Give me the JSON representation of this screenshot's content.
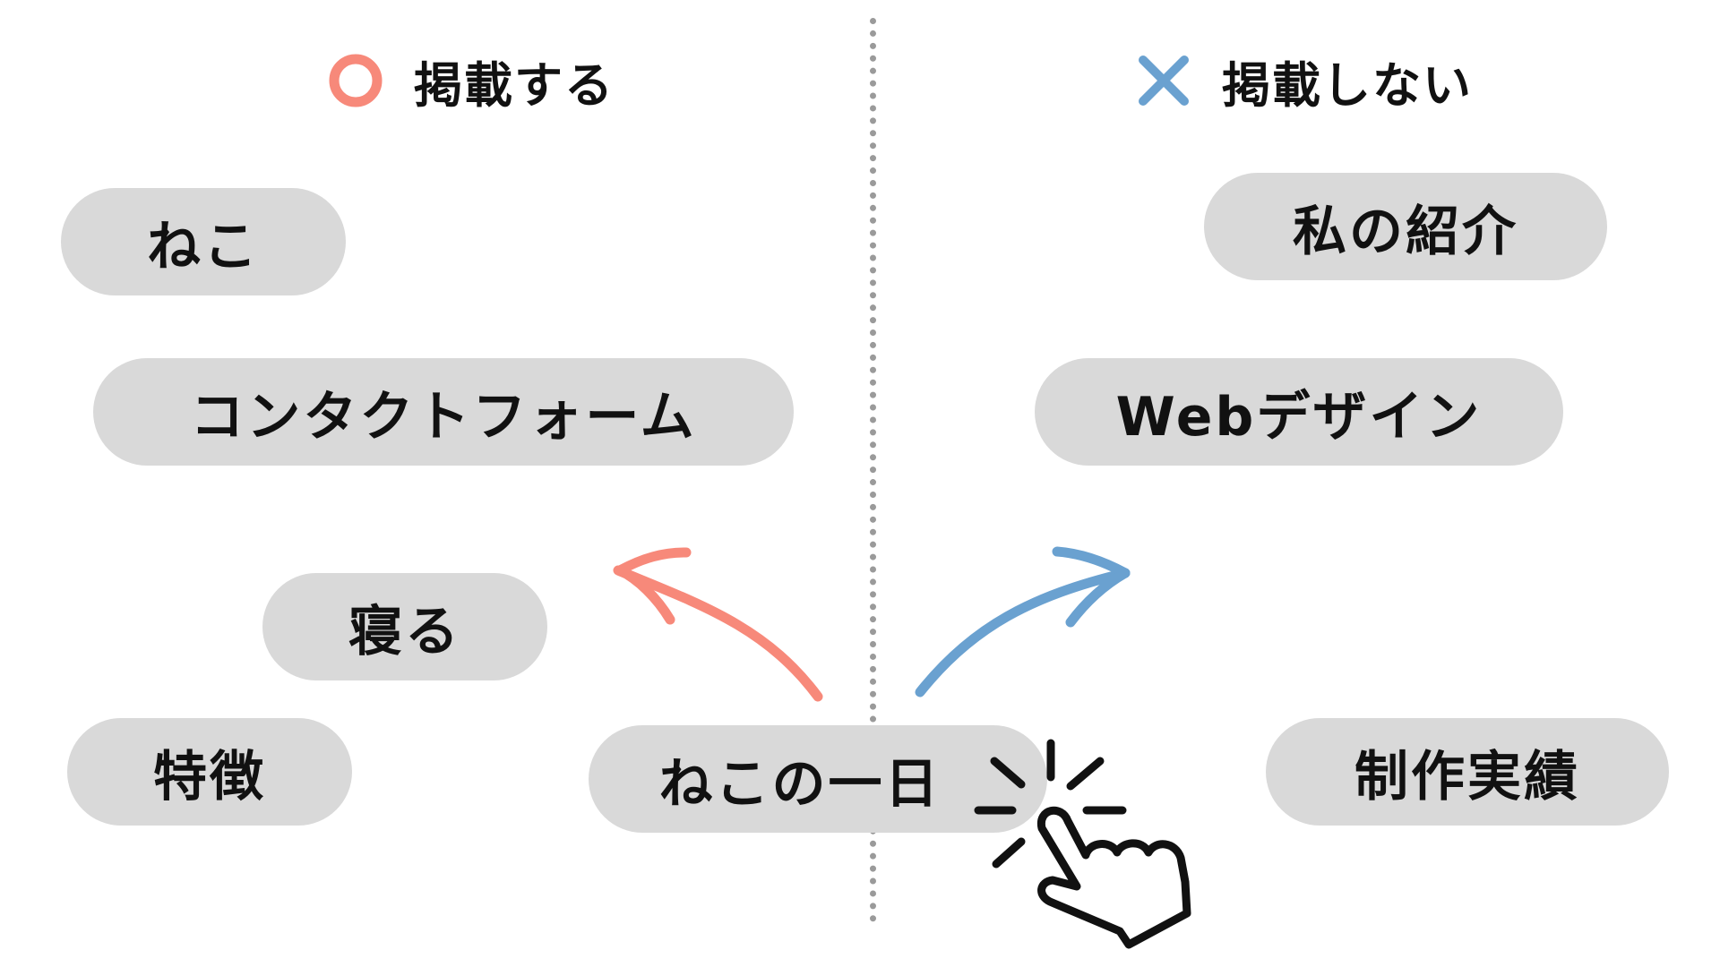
{
  "headings": {
    "include": {
      "label": "掲載する",
      "icon": "circle-mark-icon",
      "color": "#f7897a"
    },
    "exclude": {
      "label": "掲載しない",
      "icon": "cross-mark-icon",
      "color": "#6aa1d0"
    }
  },
  "include_items": [
    "ねこ",
    "コンタクトフォーム",
    "寝る",
    "特徴"
  ],
  "exclude_items": [
    "私の紹介",
    "Webデザイン",
    "制作実績"
  ],
  "center_item": "ねこの一日",
  "colors": {
    "pill": "#d9d9d9",
    "divider": "#9a9a9a",
    "include_arrow": "#f7897a",
    "exclude_arrow": "#6aa1d0"
  },
  "icons": {
    "pointer": "hand-pointer-icon"
  }
}
